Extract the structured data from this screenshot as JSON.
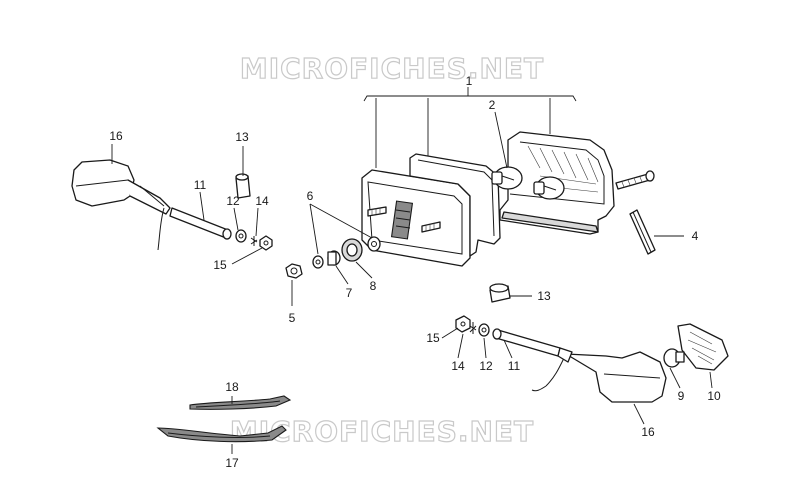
{
  "watermark": {
    "top": "MICROFICHES.NET",
    "bottom": "MICROFICHES.NET"
  },
  "callouts": {
    "c1": "1",
    "c2": "2",
    "c4": "4",
    "c5": "5",
    "c6": "6",
    "c7": "7",
    "c8": "8",
    "c9": "9",
    "c10": "10",
    "c11_left": "11",
    "c11_right": "11",
    "c12_left": "12",
    "c12_right": "12",
    "c13_left": "13",
    "c13_right": "13",
    "c14_left": "14",
    "c14_right": "14",
    "c15_left": "15",
    "c15_right": "15",
    "c16_left": "16",
    "c16_right": "16",
    "c17": "17",
    "c18": "18"
  }
}
